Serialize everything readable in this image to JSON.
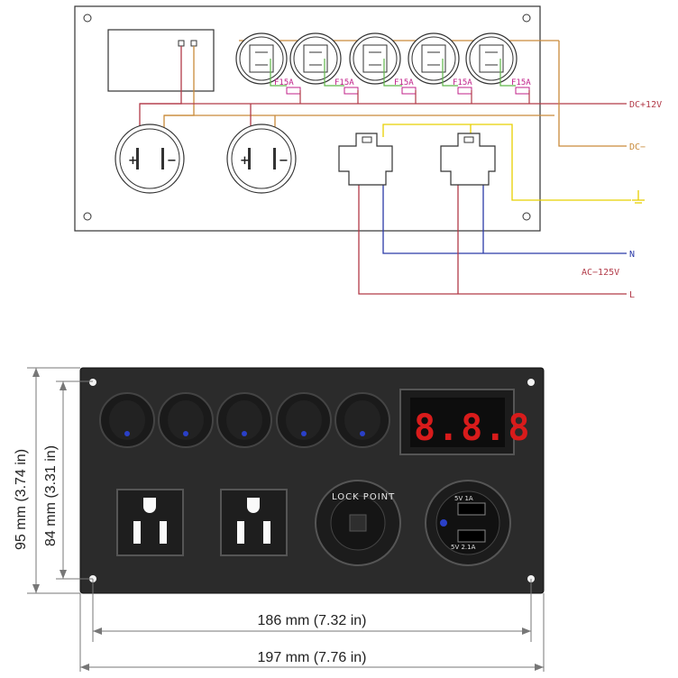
{
  "schematic": {
    "fuse_label": "F15A",
    "wire_labels": {
      "dc_pos": "DC+12V",
      "dc_neg": "DC−",
      "neutral": "N",
      "ac": "AC−125V",
      "line": "L"
    },
    "socket_plus": "+",
    "socket_minus": "−"
  },
  "photo": {
    "voltmeter_reading": "8.8.8",
    "usb_top_label": "5V  1A",
    "usb_bottom_label": "5V  2.1A",
    "lighter_ring_text": "LOCK POINT",
    "dimensions": {
      "height_outer": "95 mm (3.74 in)",
      "height_inner": "84 mm (3.31 in)",
      "width_inner": "186 mm (7.32 in)",
      "width_outer": "197 mm (7.76 in)"
    }
  },
  "colors": {
    "wire_red": "#b23a48",
    "wire_orange": "#c98a3a",
    "wire_yellow": "#e8d000",
    "wire_blue": "#2b3aa8",
    "wire_green": "#5fb84a",
    "fuse_magenta": "#c0208a",
    "display_red": "#d81b1b",
    "panel_black": "#2b2b2b"
  }
}
